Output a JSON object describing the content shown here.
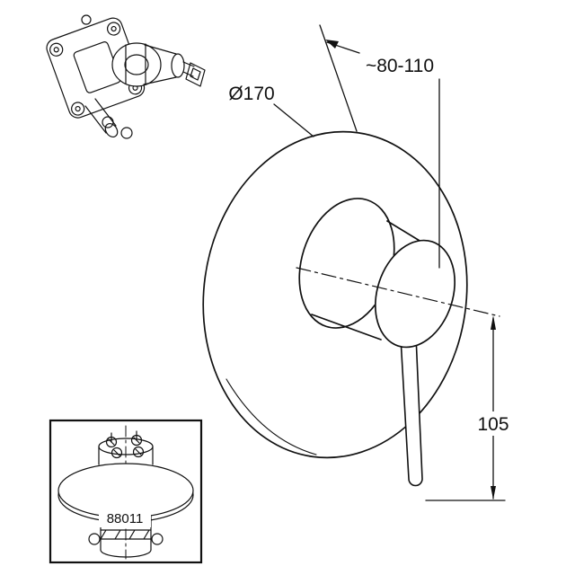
{
  "canvas": {
    "background": "#ffffff",
    "ink": "#111111"
  },
  "drawing": {
    "plate_diameter_label": "Ø170",
    "depth_range_label": "~80-110",
    "lever_length_label": "105"
  },
  "inset": {
    "part_number": "88011"
  },
  "icons": {
    "rough_in_valve_illustration": "concealed-valve-body-line-art",
    "trim_set_illustration": "functional-unit-line-art"
  }
}
